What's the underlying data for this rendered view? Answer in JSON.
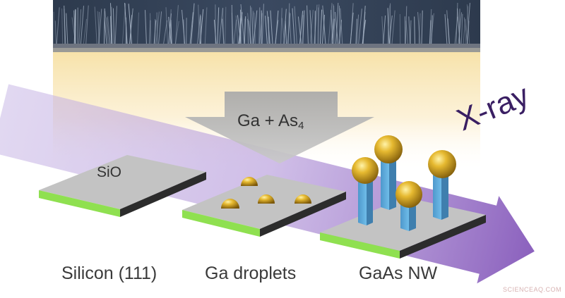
{
  "labels": {
    "sio": "SiO",
    "reactants_prefix": "Ga + As",
    "reactants_subscript": "4",
    "xray": "X-ray",
    "substrate_silicon": "Silicon (111)",
    "substrate_droplets": "Ga droplets",
    "substrate_nanowires": "GaAs NW",
    "watermark": "SCIENCEAQ.COM"
  },
  "colors": {
    "substrate_top": "#c3c3c3",
    "substrate_edge_green": "#8fe050",
    "substrate_side_dark": "#2c2c2c",
    "gold": "#d2a21c",
    "nanowire_blue": "#5eaee0",
    "xray_purple": "#9a6fc6",
    "glow_yellow": "#fbe7b3"
  }
}
